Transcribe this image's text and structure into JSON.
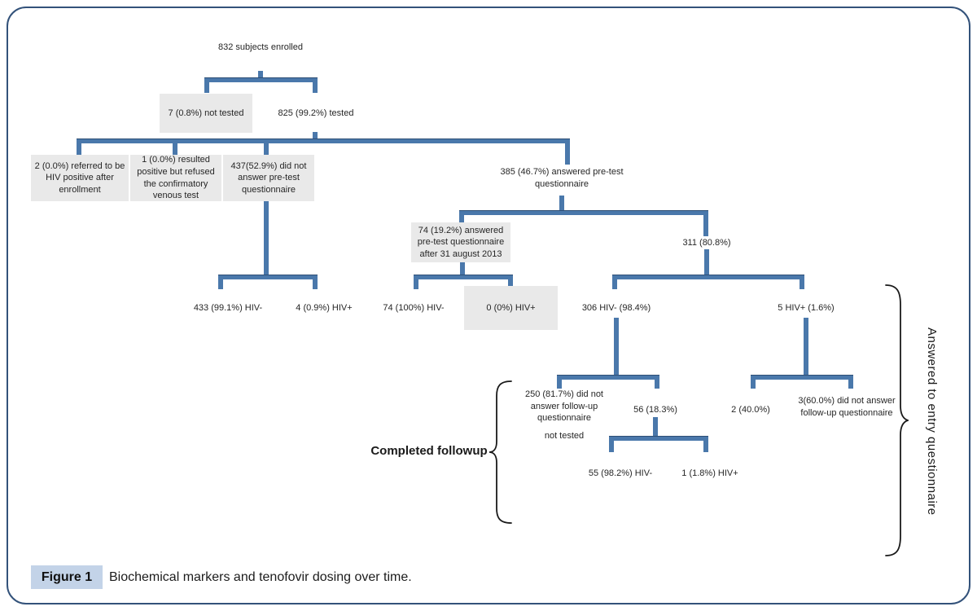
{
  "figure": {
    "tag": "Figure 1",
    "caption": "Biochemical markers and tenofovir dosing over time."
  },
  "braces": {
    "left_label": "Completed followup",
    "right_label": "Answered to entry questionnaire"
  },
  "colors": {
    "connector": "#4a78ab",
    "box_gray": "#e9e9e9",
    "figure_tag_bg": "#c3d3e8",
    "border_color": "#33527a"
  },
  "nodes": {
    "enrolled": "832 subjects enrolled",
    "not_tested_7": "7 (0.8%) not tested",
    "tested_825": "825 (99.2%) tested",
    "referred_2": "2 (0.0%) referred to be HIV positive after enrollment",
    "refused_1": "1 (0.0%) resulted positive but refused the confirmatory venous test",
    "no_answer_437": "437(52.9%) did not answer pre-test questionnaire",
    "answered_385": "385 (46.7%) answered pre-test questionnaire",
    "after_74": "74 (19.2%) answered pre-test questionnaire after 31 august 2013",
    "pct_311": "311 (80.8%)",
    "hiv_neg_433": "433 (99.1%) HIV-",
    "hiv_pos_4": "4 (0.9%) HIV+",
    "hiv_neg_74": "74 (100%) HIV-",
    "hiv_pos_0": "0 (0%) HIV+",
    "hiv_neg_306": "306 HIV- (98.4%)",
    "hiv_pos_5": "5 HIV+ (1.6%)",
    "no_followup_250": "250 (81.7%) did not answer follow-up questionnaire",
    "no_followup_250_note": "not tested",
    "pct_56": "56 (18.3%)",
    "pct_2_40": "2 (40.0%)",
    "no_followup_3_60": "3(60.0%) did not answer follow-up  questionnaire",
    "hiv_neg_55": "55 (98.2%) HIV-",
    "hiv_pos_1": "1 (1.8%) HIV+"
  }
}
